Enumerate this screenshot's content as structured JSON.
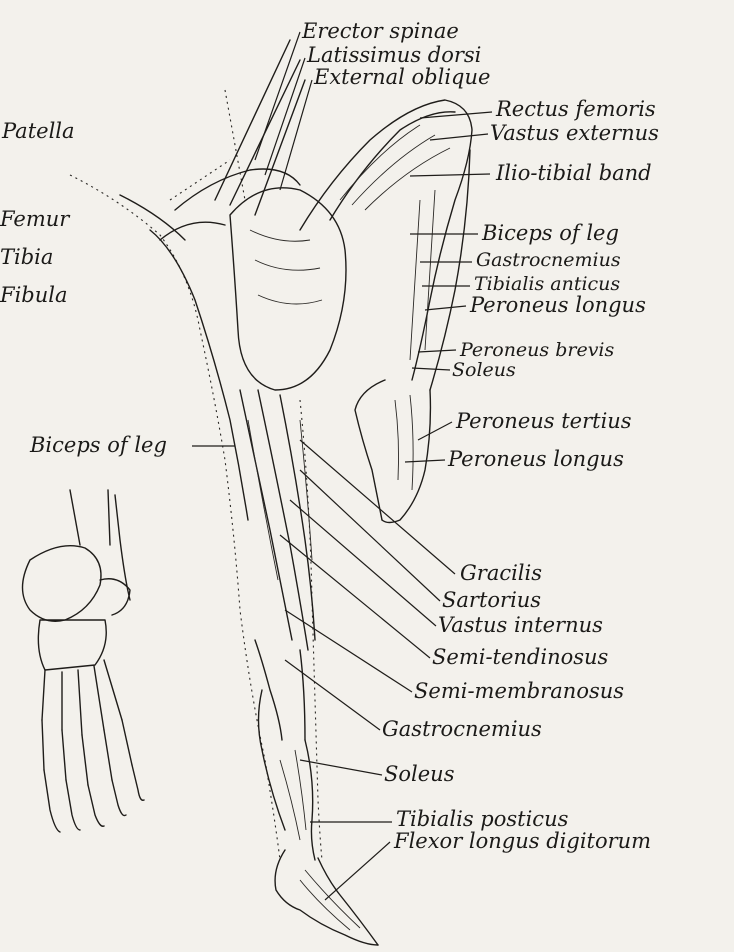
{
  "labels": {
    "erector_spinae": "Erector spinae",
    "latissimus_dorsi": "Latissimus dorsi",
    "external_oblique": "External oblique",
    "patella": "Patella",
    "rectus_femoris": "Rectus femoris",
    "vastus_externus": "Vastus externus",
    "ilio_tibial_band": "Ilio-tibial band",
    "femur": "Femur",
    "tibia": "Tibia",
    "fibula": "Fibula",
    "biceps_of_leg_upper": "Biceps of leg",
    "gastrocnemius_upper": "Gastrocnemius",
    "tibialis_anticus": "Tibialis anticus",
    "peroneus_longus_upper": "Peroneus longus",
    "peroneus_brevis": "Peroneus brevis",
    "soleus_upper": "Soleus",
    "peroneus_tertius": "Peroneus tertius",
    "peroneus_longus_lower": "Peroneus longus",
    "biceps_of_leg_left": "Biceps of leg",
    "gracilis": "Gracilis",
    "sartorius": "Sartorius",
    "vastus_internus": "Vastus internus",
    "semi_tendinosus": "Semi-tendinosus",
    "semi_membranosus": "Semi-membranosus",
    "gastrocnemius_lower": "Gastrocnemius",
    "soleus_lower": "Soleus",
    "tibialis_posticus": "Tibialis posticus",
    "flexor_longus_digitorum": "Flexor longus digitorum"
  },
  "colors": {
    "paper": "#f3f1ec",
    "ink": "#1f1d1a"
  }
}
